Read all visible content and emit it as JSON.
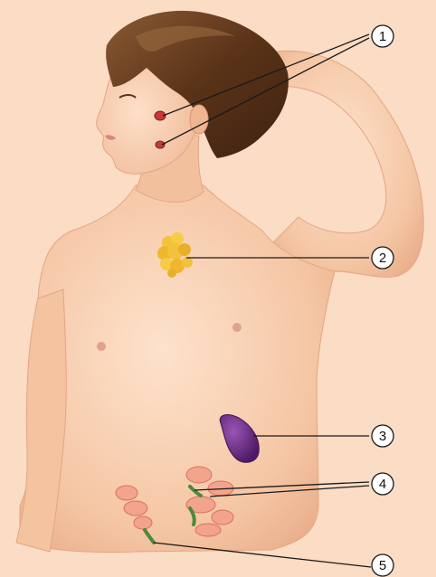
{
  "colors": {
    "background": "#fbdcc4",
    "skin": "#f6c9a8",
    "skin_shadow": "#e7a888",
    "hair": "#5a3318",
    "hair_highlight": "#8a5a34",
    "thymus": "#f2c23a",
    "spleen": "#6a2a84",
    "gland_red": "#c8383a",
    "intestine": "#f08a78",
    "appendix_green": "#4c8a3a",
    "leader": "#1a1a1a"
  },
  "callouts": [
    {
      "id": "tonsils",
      "number": "1",
      "icon": "circled-number"
    },
    {
      "id": "thymus",
      "number": "2",
      "icon": "circled-number"
    },
    {
      "id": "spleen",
      "number": "3",
      "icon": "circled-number"
    },
    {
      "id": "peyers-patches",
      "number": "4",
      "icon": "circled-number"
    },
    {
      "id": "appendix",
      "number": "5",
      "icon": "circled-number"
    }
  ]
}
